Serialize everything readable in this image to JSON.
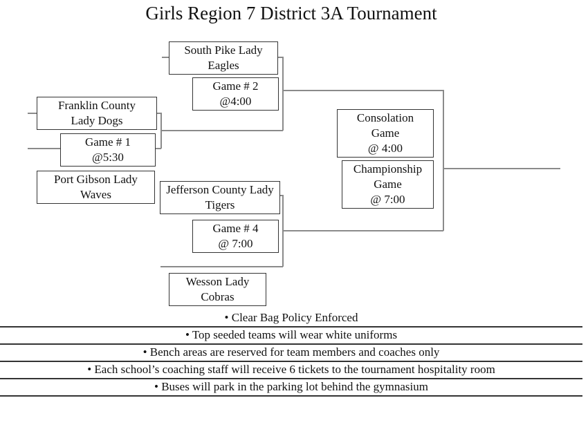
{
  "title": "Girls Region 7 District 3A Tournament",
  "teams": {
    "south_pike": "South Pike Lady Eagles",
    "franklin": "Franklin County Lady Dogs",
    "port_gibson": "Port Gibson Lady Waves",
    "jefferson": "Jefferson County Lady Tigers",
    "wesson": "Wesson Lady Cobras"
  },
  "games": {
    "game1": {
      "label": "Game # 1",
      "time": "@5:30"
    },
    "game2": {
      "label": "Game # 2",
      "time": "@4:00"
    },
    "game4": {
      "label": "Game # 4",
      "time": "@ 7:00"
    },
    "consolation": {
      "label": "Consolation Game",
      "time": "@ 4:00"
    },
    "championship": {
      "label": "Championship Game",
      "time": "@ 7:00"
    }
  },
  "notes": [
    "• Clear Bag Policy Enforced",
    "• Top seeded teams will wear white uniforms",
    "• Bench areas are reserved for team members and coaches only",
    "• Each school’s coaching staff will receive 6 tickets to the tournament hospitality room",
    "• Buses will park in the parking lot behind the gymnasium"
  ]
}
